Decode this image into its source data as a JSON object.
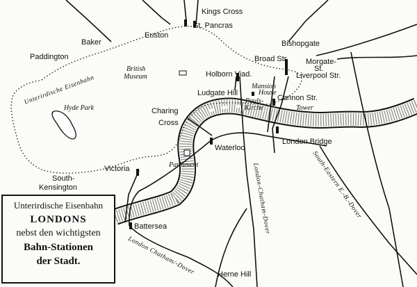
{
  "title": {
    "line1": "Unterirdische Eisenbahn",
    "line2": "LONDONS",
    "line3": "nebst den wichtigsten",
    "line4": "Bahn-Stationen",
    "line5": "der Stadt."
  },
  "stations": {
    "kings_cross": "Kings Cross",
    "st_pancras": "St. Pancras",
    "euston": "Euston",
    "baker": "Baker",
    "paddington": "Paddington",
    "bishopgate": "Bishopgate",
    "broad_str": "Broad Str.",
    "morgate": "Morgate-",
    "morgate_st": "St.",
    "liverpool_str": "Liverpool Str.",
    "holborn": "Holborn Viad.",
    "ludgate_hill": "Ludgate Hill",
    "cannon_str": "Cannon Str.",
    "charing": "Charing",
    "cross": "Cross",
    "waterloo": "Waterloo",
    "london_bridge": "London Bridge",
    "victoria": "Victoria",
    "south": "South-",
    "kensington": "Kensington",
    "battersea": "Battersea",
    "herne_hill": "Herne Hill"
  },
  "landmarks": {
    "british": "British",
    "museum": "Museum",
    "hyde_park": "Hyde Park",
    "mansion": "Mansion",
    "house": "House",
    "pauls": "Pauls-",
    "kirche": "Kirche",
    "tower": "Tower",
    "parlament": "Parlament"
  },
  "lines": {
    "unterirdische": "Unterirdische Eisenbahn",
    "south_eastern": "South-Eastern E.-B.-Dover",
    "london_chatham": "London-Chatham-Dover",
    "london_chatham_lower": "London Chatham/-Dover"
  }
}
